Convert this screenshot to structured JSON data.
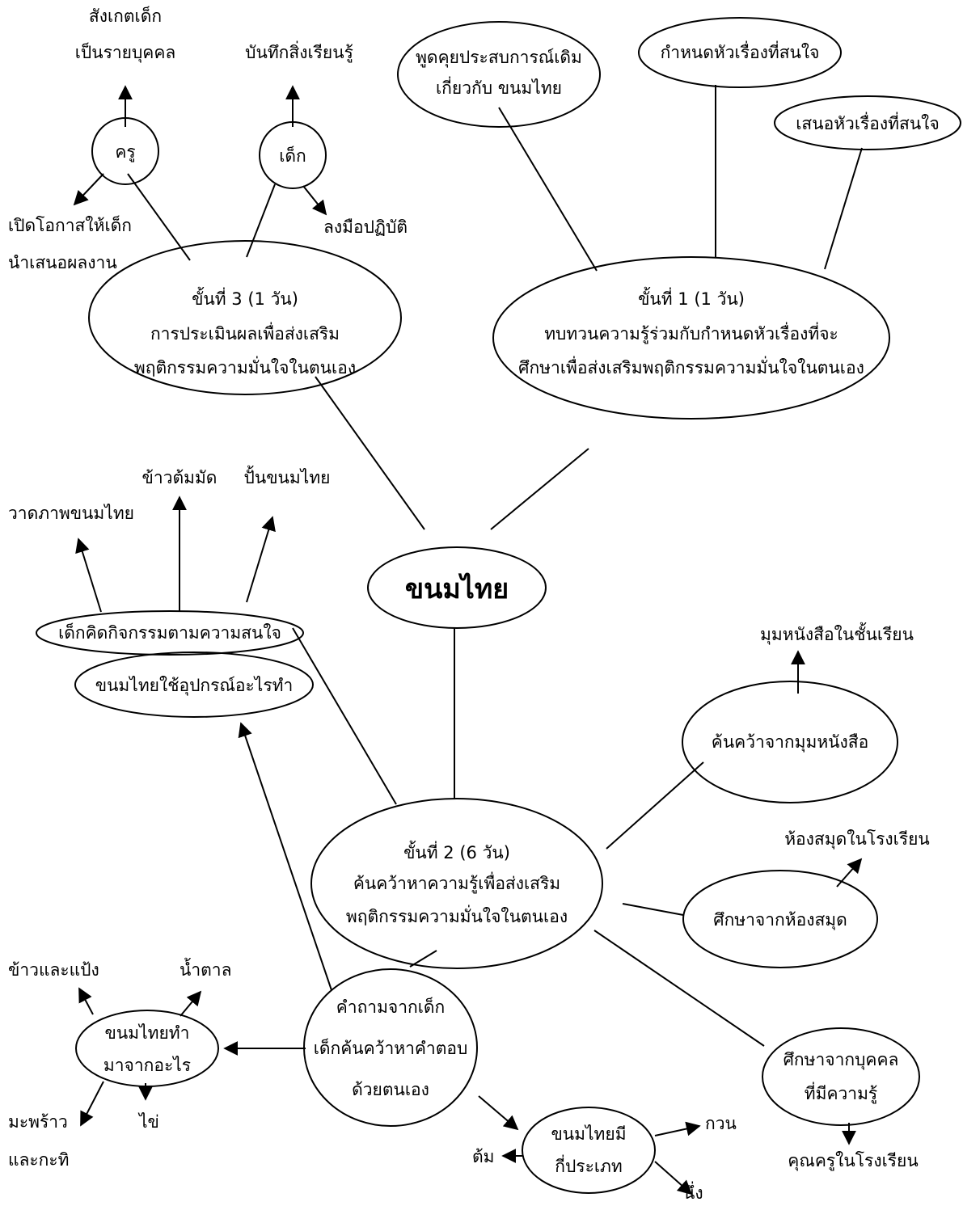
{
  "center": "ขนมไทย",
  "step1": {
    "lines": [
      "ขั้นที่ 1 (1 วัน)",
      "ทบทวนความรู้ร่วมกับกำหนดหัวเรื่องที่จะ",
      "ศึกษาเพื่อส่งเสริมพฤติกรรมความมั่นใจในตนเอง"
    ],
    "talk": [
      "พูดคุยประสบการณ์เดิม",
      "เกี่ยวกับ ขนมไทย"
    ],
    "set_topic": "กำหนดหัวเรื่องที่สนใจ",
    "propose_topic": "เสนอหัวเรื่องที่สนใจ"
  },
  "step3": {
    "lines": [
      "ขั้นที่ 3 (1 วัน)",
      "การประเมินผลเพื่อส่งเสริม",
      "พฤติกรรมความมั่นใจในตนเอง"
    ],
    "teacher": "ครู",
    "child": "เด็ก",
    "observe": [
      "สังเกตเด็ก",
      "เป็นรายบุคคล"
    ],
    "present": [
      "เปิดโอกาสให้เด็ก",
      "นำเสนอผลงาน"
    ],
    "record": "บันทึกสิ่งเรียนรู้",
    "practice": "ลงมือปฏิบัติ"
  },
  "activities": {
    "node": "เด็กคิดกิจกรรมตามความสนใจ",
    "draw": "วาดภาพขนมไทย",
    "khao_tom": "ข้าวต้มมัด",
    "mold": "ปั้นขนมไทย"
  },
  "step2": {
    "lines": [
      "ขั้นที่  2 (6 วัน)",
      "ค้นคว้าหาความรู้เพื่อส่งเสริม",
      "พฤติกรรมความมั่นใจในตนเอง"
    ],
    "book_corner": "ค้นคว้าจากมุมหนังสือ",
    "book_corner_class": "มุมหนังสือในชั้นเรียน",
    "library": "ศึกษาจากห้องสมุด",
    "school_library": "ห้องสมุดในโรงเรียน",
    "person": [
      "ศึกษาจากบุคคล",
      "ที่มีความรู้"
    ],
    "teacher_school": "คุณครูในโรงเรียน",
    "tools": "ขนมไทยใช้อุปกรณ์อะไรทำ",
    "question": [
      "คำถามจากเด็ก",
      "เด็กค้นคว้าหาคำตอบ",
      "ด้วยตนเอง"
    ],
    "made_of": [
      "ขนมไทยทำ",
      "มาจากอะไร"
    ],
    "rice": "ข้าวและแป้ง",
    "sugar": "น้ำตาล",
    "coconut": [
      "มะพร้าว",
      "และกะทิ"
    ],
    "egg": "ไข่",
    "types": [
      "ขนมไทยมี",
      "กี่ประเภท"
    ],
    "stir": "กวน",
    "boil": "ต้ม",
    "steam": "นึ่ง"
  }
}
